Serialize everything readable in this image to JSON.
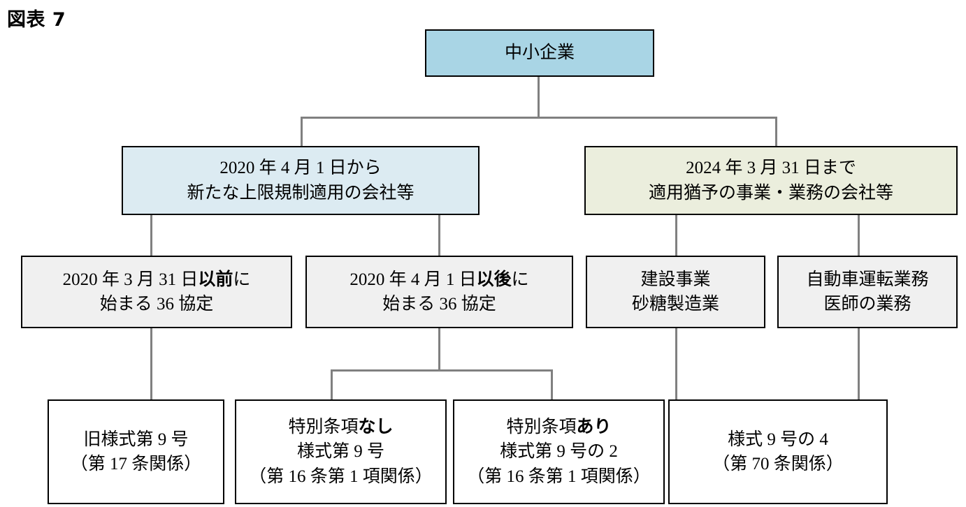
{
  "figure": {
    "title": "図表 7"
  },
  "colors": {
    "root_fill": "#a9d5e5",
    "branch_left_fill": "#dcebf2",
    "branch_right_fill": "#ebeedd",
    "leaf_fill": "#f0f0f0",
    "form_fill": "#ffffff",
    "border": "#000000",
    "connector": "#808080"
  },
  "nodes": {
    "root": {
      "lines": [
        "中小企業"
      ]
    },
    "branch_left": {
      "lines": [
        "2020 年 4 月 1 日から",
        "新たな上限規制適用の会社等"
      ]
    },
    "branch_right": {
      "lines": [
        "2024 年 3 月 31 日まで",
        "適用猶予の事業・業務の会社等"
      ]
    },
    "leaf_before": {
      "line1_pre": "2020 年 3 月 31 日",
      "line1_bold": "以前",
      "line1_post": "に",
      "line2": "始まる 36 協定"
    },
    "leaf_after": {
      "line1_pre": "2020 年 4 月 1 日",
      "line1_bold": "以後",
      "line1_post": "に",
      "line2": "始まる 36 協定"
    },
    "leaf_construction": {
      "lines": [
        "建設事業",
        "砂糖製造業"
      ]
    },
    "leaf_driving": {
      "lines": [
        "自動車運転業務",
        "医師の業務"
      ]
    },
    "form_old9": {
      "lines": [
        "旧様式第 9 号",
        "（第 17 条関係）"
      ]
    },
    "form_9_no_clause": {
      "line1_pre": "特別条項",
      "line1_bold": "なし",
      "line2": "様式第 9 号",
      "line3": "（第 16 条第 1 項関係）"
    },
    "form_9_2_with_clause": {
      "line1_pre": "特別条項",
      "line1_bold": "あり",
      "line2": "様式第 9 号の 2",
      "line3": "（第 16 条第 1 項関係）"
    },
    "form_9_4": {
      "lines": [
        "様式 9 号の 4",
        "（第 70 条関係）"
      ]
    }
  }
}
